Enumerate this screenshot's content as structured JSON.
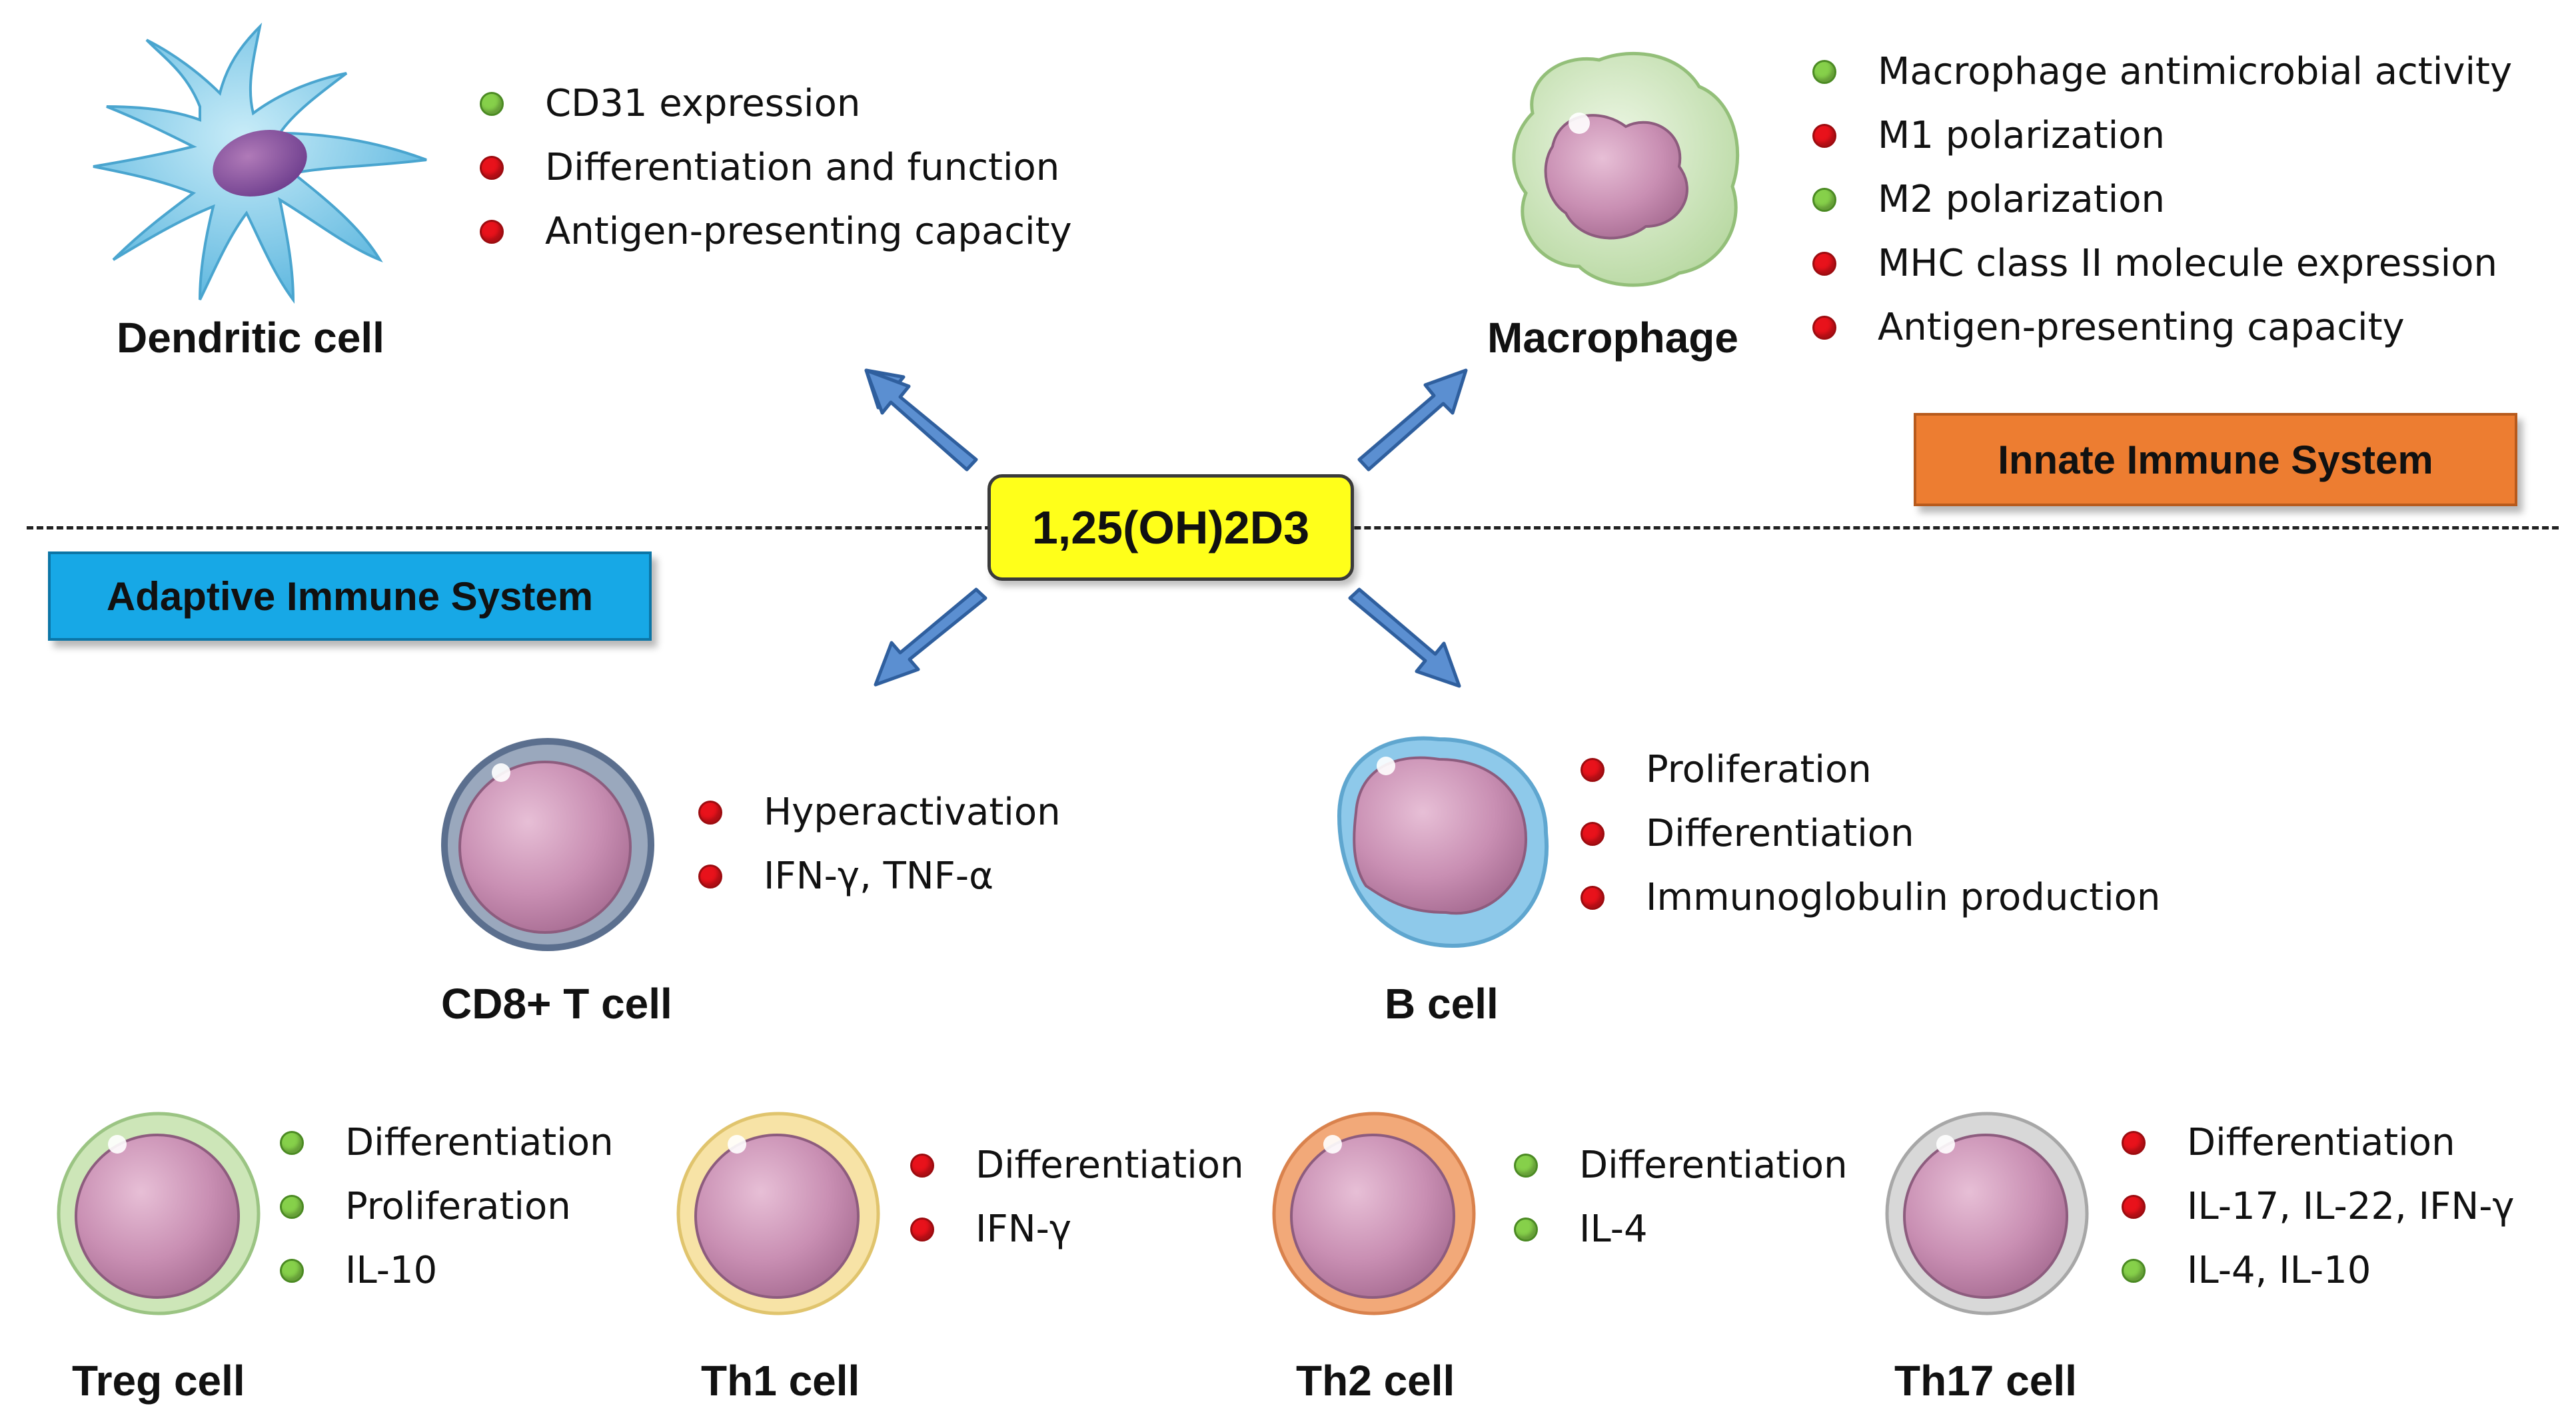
{
  "center": {
    "label": "1,25(OH)2D3"
  },
  "systems": {
    "innate": "Innate Immune System",
    "adaptive": "Adaptive Immune System"
  },
  "legend_colors": {
    "increase": "#86d04a",
    "decrease": "#e8121b"
  },
  "cells": {
    "dendritic": {
      "name": "Dendritic cell",
      "effects": [
        {
          "text": "CD31 expression",
          "dir": "up"
        },
        {
          "text": "Differentiation and function",
          "dir": "down"
        },
        {
          "text": "Antigen-presenting capacity",
          "dir": "down"
        }
      ]
    },
    "macrophage": {
      "name": "Macrophage",
      "effects": [
        {
          "text": "Macrophage antimicrobial activity",
          "dir": "up"
        },
        {
          "text": "M1 polarization",
          "dir": "down"
        },
        {
          "text": "M2 polarization",
          "dir": "up"
        },
        {
          "text": "MHC class II molecule expression",
          "dir": "down"
        },
        {
          "text": "Antigen-presenting capacity",
          "dir": "down"
        }
      ]
    },
    "cd8": {
      "name": "CD8+ T cell",
      "effects": [
        {
          "text": "Hyperactivation",
          "dir": "down"
        },
        {
          "text": "IFN-γ, TNF-α",
          "dir": "down"
        }
      ]
    },
    "bcell": {
      "name": "B cell",
      "effects": [
        {
          "text": "Proliferation",
          "dir": "down"
        },
        {
          "text": "Differentiation",
          "dir": "down"
        },
        {
          "text": "Immunoglobulin production",
          "dir": "down"
        }
      ]
    },
    "treg": {
      "name": "Treg cell",
      "effects": [
        {
          "text": "Differentiation",
          "dir": "up"
        },
        {
          "text": "Proliferation",
          "dir": "up"
        },
        {
          "text": "IL-10",
          "dir": "up"
        }
      ]
    },
    "th1": {
      "name": "Th1 cell",
      "effects": [
        {
          "text": "Differentiation",
          "dir": "down"
        },
        {
          "text": "IFN-γ",
          "dir": "down"
        }
      ]
    },
    "th2": {
      "name": "Th2 cell",
      "effects": [
        {
          "text": "Differentiation",
          "dir": "up"
        },
        {
          "text": "IL-4",
          "dir": "up"
        }
      ]
    },
    "th17": {
      "name": "Th17 cell",
      "effects": [
        {
          "text": "Differentiation",
          "dir": "down"
        },
        {
          "text": "IL-17, IL-22, IFN-γ",
          "dir": "down"
        },
        {
          "text": "IL-4, IL-10",
          "dir": "up"
        }
      ]
    }
  }
}
